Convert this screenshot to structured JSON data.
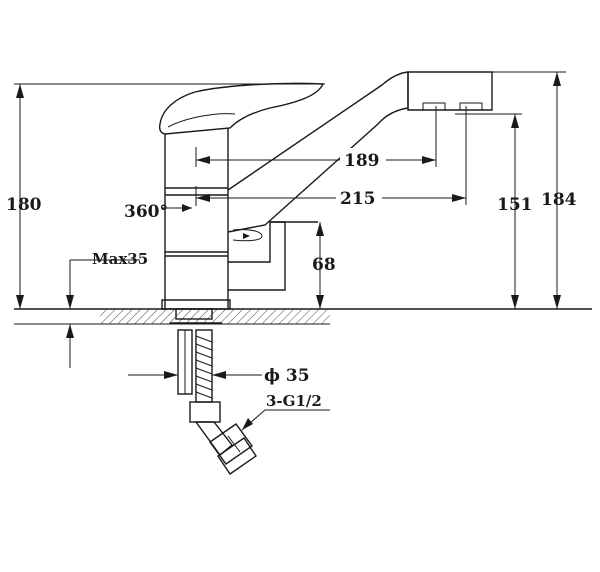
{
  "dimensions": {
    "total_height": "180",
    "swivel": "360°",
    "max_thickness": "Max35",
    "spout_reach_short": "189",
    "spout_reach_long": "215",
    "spout_height": "151",
    "overall_height": "184",
    "lever_height": "68",
    "hole_diameter": "ϕ 35",
    "connection": "3-G1/2"
  },
  "colors": {
    "line": "#1a1a1a",
    "background": "#ffffff"
  }
}
